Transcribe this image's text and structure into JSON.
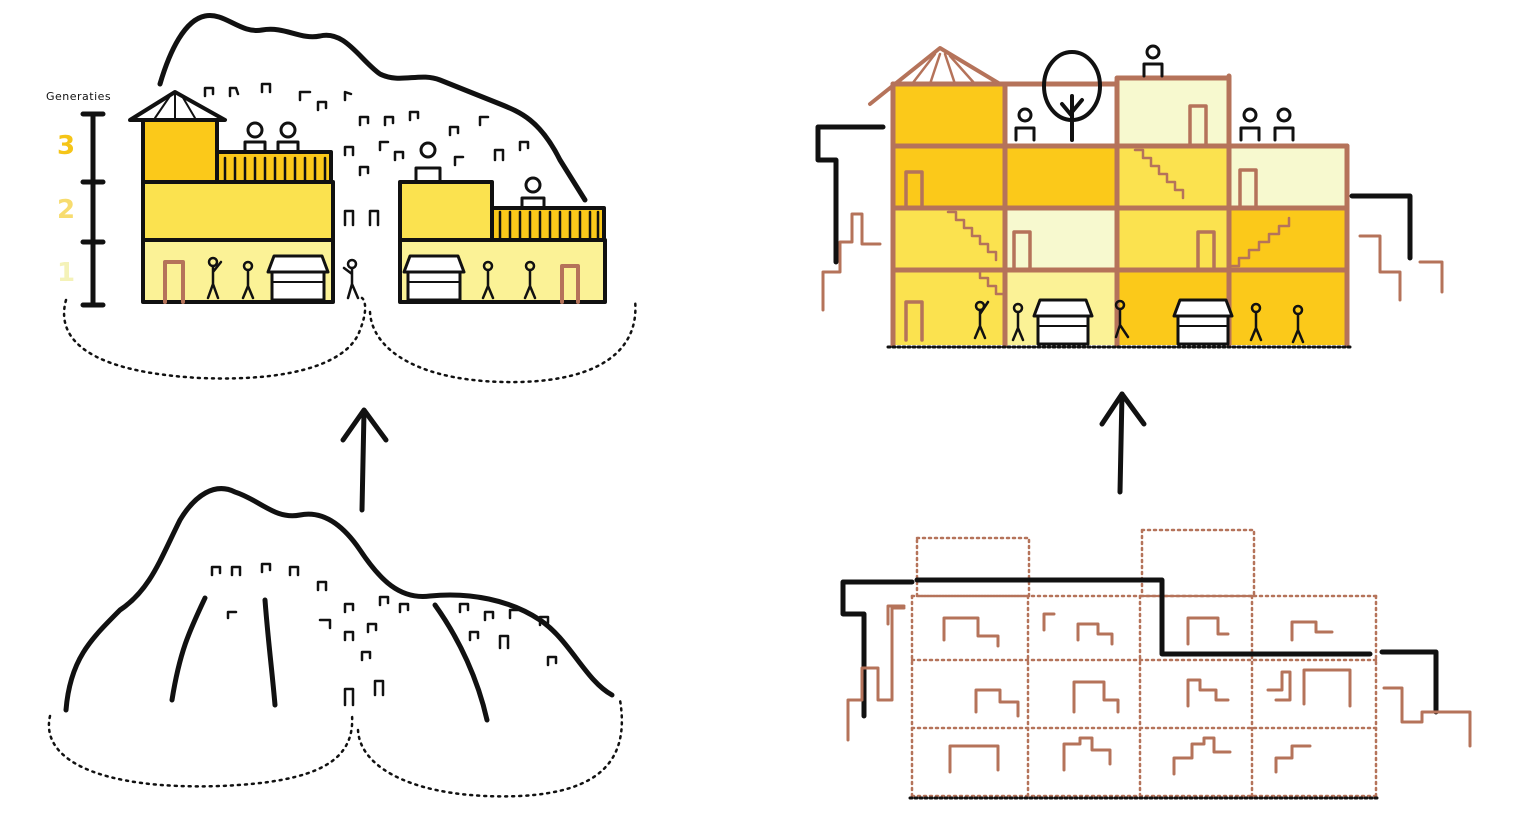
{
  "generations": {
    "title": "Generaties",
    "levels": [
      "1",
      "2",
      "3"
    ]
  },
  "colors": {
    "ink": "#111111",
    "brown": "#b5735a",
    "yellow_dark": "#fbc91a",
    "yellow_mid": "#fbe24f",
    "yellow_light": "#fbf296",
    "yellow_pale": "#f7f9cf",
    "stall": "#ffffff"
  },
  "panels": [
    {
      "name": "mountain-with-buildings",
      "arrow": "up"
    },
    {
      "name": "mountain-sketch"
    },
    {
      "name": "building-section-colored",
      "arrow": "up"
    },
    {
      "name": "building-grid-dotted"
    }
  ]
}
